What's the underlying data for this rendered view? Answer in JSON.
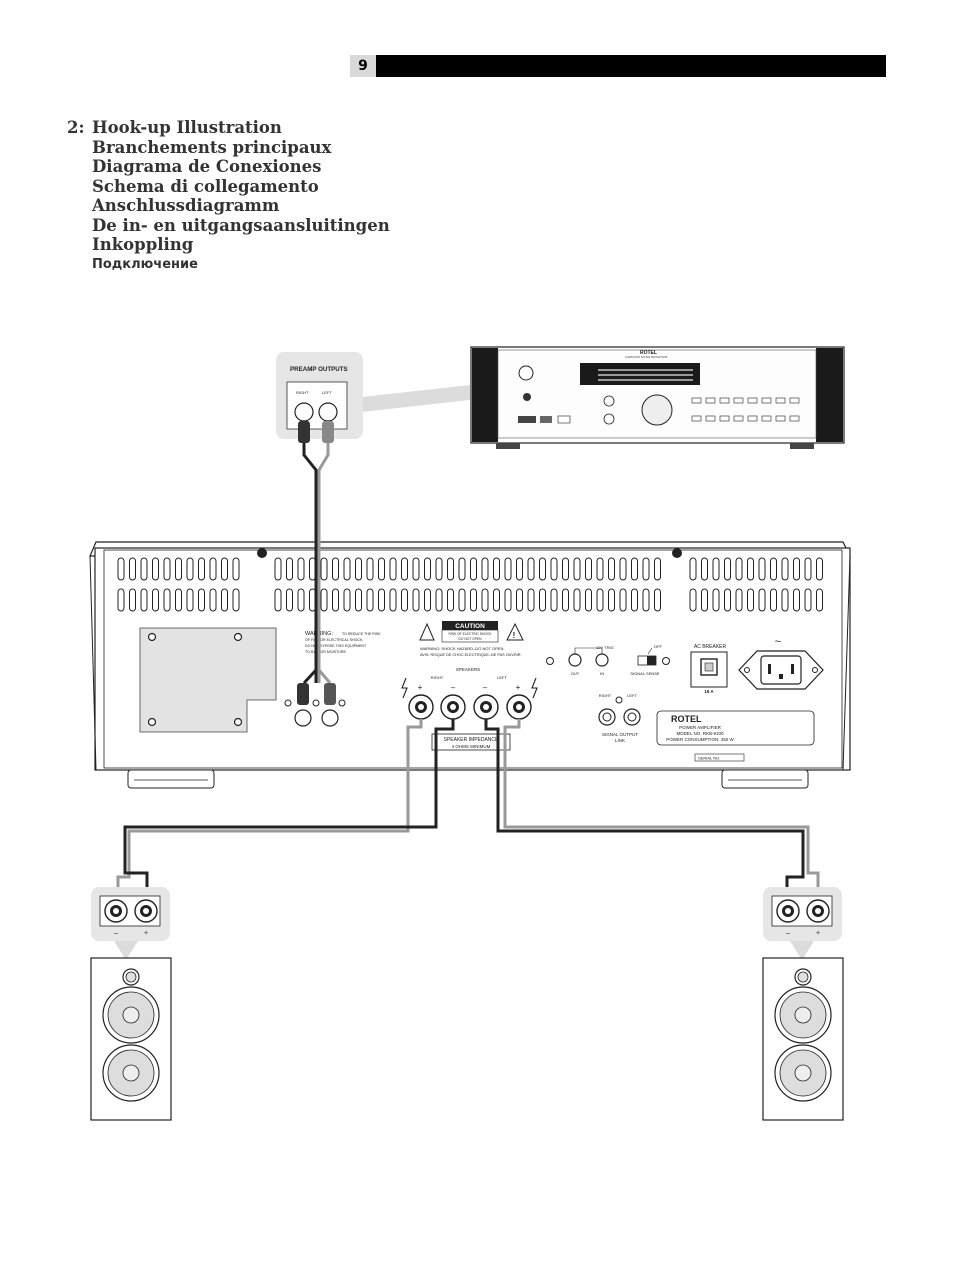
{
  "page": {
    "number": "9"
  },
  "heading": {
    "number": "2:",
    "lines": [
      "Hook-up Illustration",
      "Branchements principaux",
      "Diagrama de Conexiones",
      "Schema di collegamento",
      "Anschlussdiagramm",
      "De in- en uitgangsaansluitingen",
      "Inkoppling",
      "Подключение"
    ]
  },
  "preamp_callout": {
    "title": "PREAMP OUTPUTS",
    "right": "RIGHT",
    "left": "LEFT"
  },
  "processor": {
    "brand": "ROTEL",
    "subtitle": "SURROUND SOUND PROCESSOR"
  },
  "amplifier": {
    "warning": {
      "title": "WARNING:",
      "lines": [
        "TO REDUCE THE RISK",
        "OF FIRE OR ELECTRICAL SHOCK,",
        "DO NOT EXPOSE THIS EQUIPMENT",
        "TO RAIN OR MOISTURE."
      ]
    },
    "caution": {
      "title": "CAUTION",
      "line1": "RISK OF ELECTRIC SHOCK",
      "line2": "DO NOT OPEN",
      "warn1": "WARNING: SHOCK HAZARD–DO NOT OPEN.",
      "warn2": "AVIS: RISQUE DE CHOC ELECTRIQUE–NE PAS OUVRIR."
    },
    "speakers": {
      "label": "SPEAKERS",
      "right": "RIGHT",
      "left": "LEFT",
      "plus": "+",
      "minus": "–",
      "impedance_title": "SPEAKER IMPEDANCE",
      "impedance_value": "4 OHMS MINIMUM"
    },
    "trigger": {
      "label": "12V TRIG",
      "out": "OUT",
      "in": "IN",
      "off": "OFF",
      "signal_sense": "SIGNAL SENSE"
    },
    "breaker": {
      "label": "AC BREAKER",
      "rating": "16 A"
    },
    "signal_output": {
      "right": "RIGHT",
      "left": "LEFT",
      "label1": "SIGNAL OUTPUT",
      "label2": "LINK"
    },
    "nameplate": {
      "brand": "ROTEL",
      "line1": "POWER AMPLIFIER",
      "line2": "MODEL NO. RKB-8100",
      "line3": "POWER CONSUMPTION: 450 W",
      "serial": "SERIAL NO."
    },
    "ac_symbol": "~"
  },
  "speaker_terminals": {
    "minus": "–",
    "plus": "+"
  }
}
